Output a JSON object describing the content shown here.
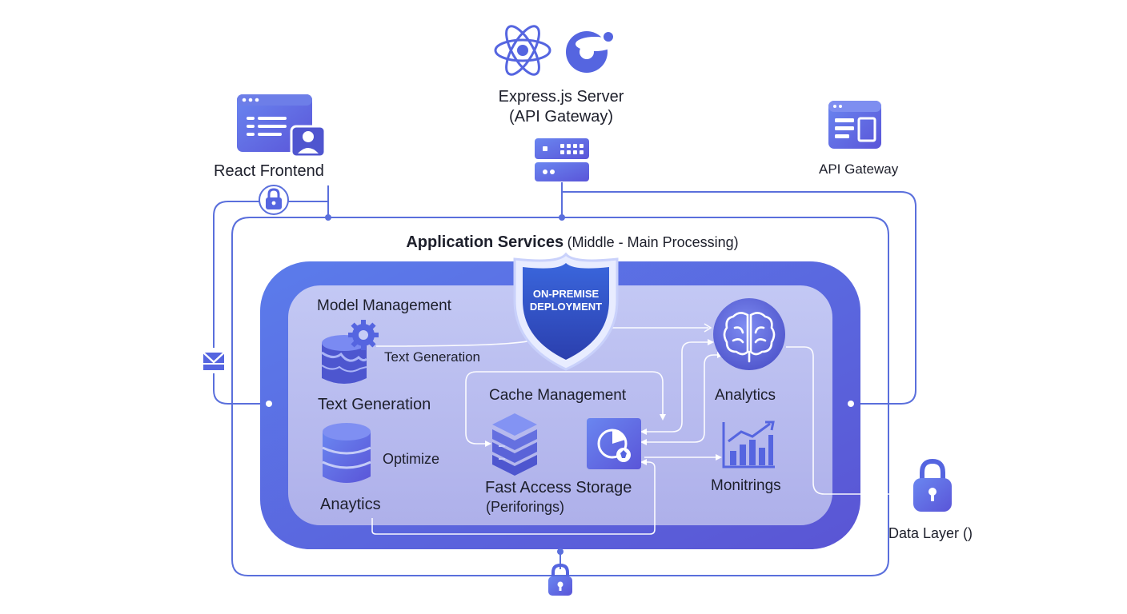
{
  "diagram": {
    "top_server": {
      "title": "Express.js Server",
      "subtitle": "(API Gateway)"
    },
    "react_frontend": {
      "label": "React Frontend"
    },
    "api_gateway": {
      "label": "API Gateway"
    },
    "app_services": {
      "title": "Application Services",
      "subtitle": "(Middle - Main Processing)"
    },
    "shield": {
      "line1": "ON-PREMISE",
      "line2": "DEPLOYMENT"
    },
    "model_management": {
      "label": "Model Management"
    },
    "text_generation_inline": {
      "label": "Text Generation"
    },
    "text_generation": {
      "label": "Text Generation"
    },
    "optimize": {
      "label": "Optimize"
    },
    "anaytics_left": {
      "label": "Anaytics"
    },
    "cache_management": {
      "label": "Cache Management"
    },
    "fast_access_storage": {
      "line1": "Fast Access Storage",
      "line2": "(Periforings)"
    },
    "analytics_right": {
      "label": "Analytics"
    },
    "monitrings": {
      "label": "Monitrings"
    },
    "data_layer": {
      "label": "Data Layer ()"
    }
  },
  "colors": {
    "line": "#5a6fdc",
    "icon_primary": "#5565e0",
    "icon_light": "#8b97f0",
    "outer_panel_start": "#5a78e8",
    "outer_panel_end": "#5b57d6",
    "inner_panel": "#b7bbef"
  }
}
